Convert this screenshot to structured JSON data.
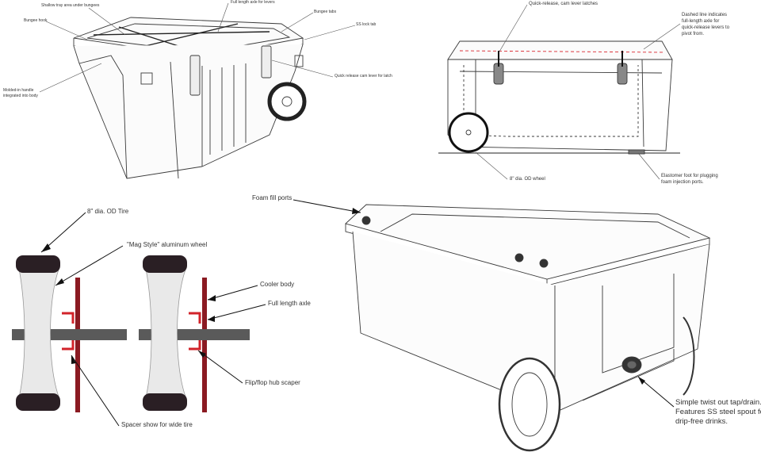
{
  "panels": {
    "top_left": {
      "labels": {
        "shallow_tray": "Shallow tray area under bungees",
        "full_axle_levers": "Full length axle for levers",
        "bungee_tabs": "Bungee tabs",
        "bungee_hook": "Bungee hook",
        "ss_lock_tab": "SS lock tab",
        "molded_handle_l1": "Molded-in handle",
        "molded_handle_l2": "integrated into body",
        "quick_release_latch": "Quick release cam lever for latch"
      }
    },
    "top_right": {
      "labels": {
        "cam_latches": "Quick-release, cam lever latches",
        "dashed_l1": "Dashed line indicates",
        "dashed_l2": "full-length axle for",
        "dashed_l3": "quick-release levers to",
        "dashed_l4": "pivot from.",
        "od_wheel": "8\" dia. OD wheel",
        "foot_l1": "Elastomer foot for plugging",
        "foot_l2": "foam injection ports."
      }
    },
    "bottom_left": {
      "labels": {
        "tire": "8\" dia. OD Tire",
        "mag_wheel": "\"Mag Style\" aluminum wheel",
        "cooler_body": "Cooler body",
        "full_axle": "Full length axle",
        "hub_scraper": "Flip/flop hub scaper",
        "spacer": "Spacer show for wide tire"
      }
    },
    "bottom_right": {
      "labels": {
        "foam_ports": "Foam fill ports",
        "tap_l1": "Simple twist out tap/drain.",
        "tap_l2": "Features SS steel spout for",
        "tap_l3": "drip-free drinks."
      }
    }
  },
  "colors": {
    "line": "#3a3a3a",
    "body_red": "#8b1a22",
    "bright_red": "#d2232a",
    "tire": "#2a1f24",
    "axle": "#5a5a5a",
    "dashed": "#d9262e"
  }
}
